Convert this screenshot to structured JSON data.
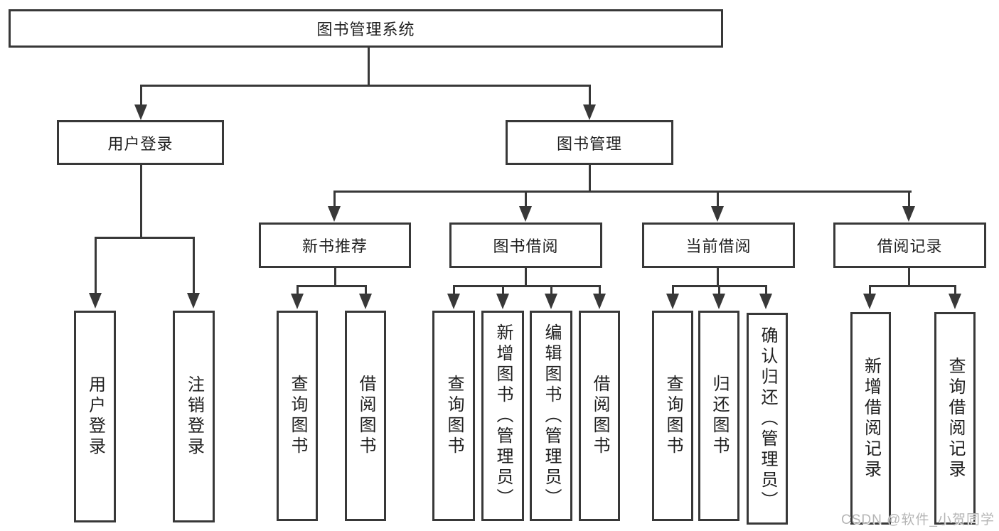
{
  "diagram": {
    "root": {
      "label": "图书管理系统"
    },
    "branches": [
      {
        "label": "用户登录",
        "children": [
          {
            "label": "用户登录"
          },
          {
            "label": "注销登录"
          }
        ]
      },
      {
        "label": "图书管理",
        "children": [
          {
            "label": "新书推荐",
            "children": [
              {
                "label": "查询图书"
              },
              {
                "label": "借阅图书"
              }
            ]
          },
          {
            "label": "图书借阅",
            "children": [
              {
                "label": "查询图书"
              },
              {
                "label": "新增图书（管理员）"
              },
              {
                "label": "编辑图书（管理员）"
              },
              {
                "label": "借阅图书"
              }
            ]
          },
          {
            "label": "当前借阅",
            "children": [
              {
                "label": "查询图书"
              },
              {
                "label": "归还图书"
              },
              {
                "label": "确认归还（管理员）"
              }
            ]
          },
          {
            "label": "借阅记录",
            "children": [
              {
                "label": "新增借阅记录"
              },
              {
                "label": "查询借阅记录"
              }
            ]
          }
        ]
      }
    ]
  },
  "watermark": "CSDN @软件_小贺同学",
  "colors": {
    "line": "#383838",
    "text": "#1f1f1f",
    "watermark": "#b5b5b5",
    "background": "#ffffff"
  }
}
